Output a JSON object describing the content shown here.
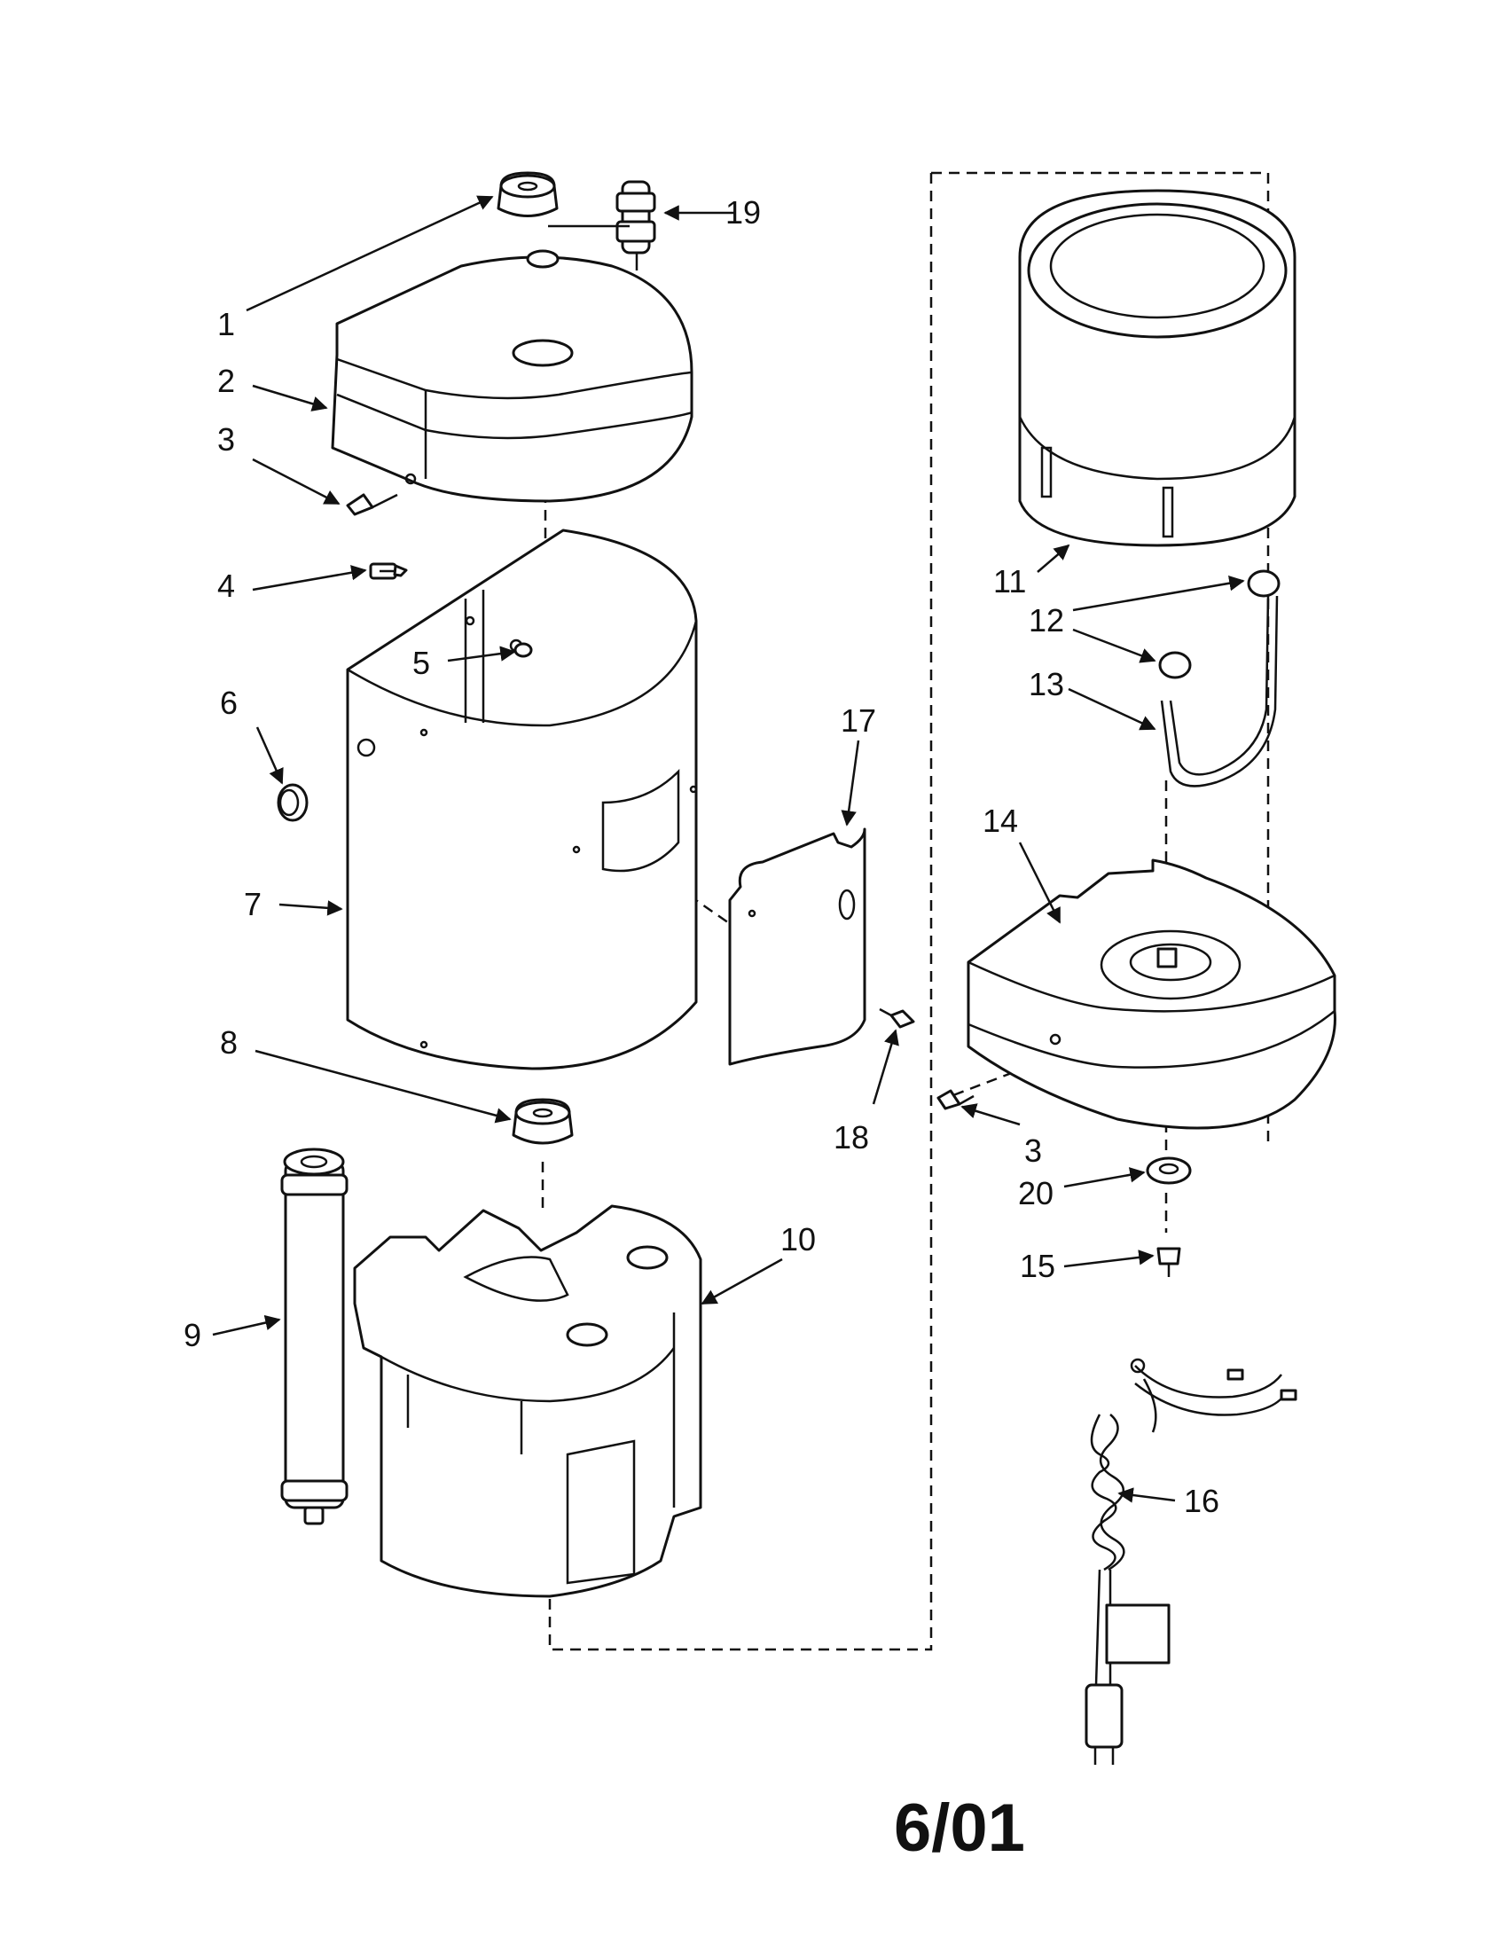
{
  "callouts": [
    "1",
    "2",
    "3",
    "4",
    "5",
    "6",
    "7",
    "8",
    "9",
    "10",
    "11",
    "12",
    "13",
    "14",
    "15",
    "16",
    "17",
    "18",
    "19",
    "20",
    "3"
  ],
  "date_code": "6/01"
}
